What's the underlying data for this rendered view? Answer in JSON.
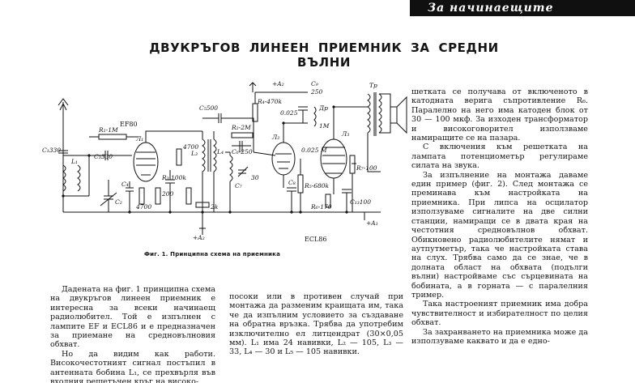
{
  "banner": "За начинаещите",
  "title": "ДВУКРЪГОВ ЛИНЕЕН ПРИЕМНИК ЗА СРЕДНИ ВЪЛНИ",
  "caption": "Фиг. 1. Принципна схема на приемника",
  "schematic": {
    "tube1": "EF80",
    "tube2": "ECL86",
    "labels": {
      "c1": "C₁330",
      "c3": "C₃330",
      "r1": "R₁-1M",
      "c5": "C₅500",
      "r2": "R₂-2M",
      "c6": "C₆-250",
      "r4": "R₄-470k",
      "c9": "C₉",
      "c10": "0.025",
      "c12": "250",
      "tr": "Tр",
      "r5": "R₅-680k",
      "r6": "R₆-170",
      "r7": "R₇-100",
      "c13": "C₁₃100",
      "l1": "L₁",
      "l3": "L₃",
      "l4": "L₄",
      "r3": "R₃ 100k",
      "v4700a": "4700",
      "v4700b": "4700",
      "v200": "200",
      "v30": "30",
      "ha2": "+A₂",
      "ha1": "+A₁",
      "ha2b": "+A₂",
      "ll1": "Л₁",
      "ll2": "Л₂",
      "ll3": "Л₃",
      "c8": "C₈",
      "c2": "C₂",
      "c4": "C₄",
      "c7": "C₇",
      "r2k": "2k",
      "r25": "0.025 M",
      "dr": "Др",
      "m1": "1M"
    }
  },
  "col1": [
    "Дадената на фиг. 1 принципна схема на двукръгов линеен приемник е интересна за всеки начинаещ радиолюбител. Той е изпълнен с лампите EF и ECL86 и е предназначен за приемане на средновълновия обхват.",
    "Но да видим как работи. Високочестотният сигнал постъпил в антенната бобина L₁, се прехвърля във входния решетъчен кръг на високо-"
  ],
  "col2": [
    "посоки или в противен случай при монтажа да разменим краищата им, така че да изпълним условието за създаване на обратна връзка. Трябва да употребим изключително ел литцендрат (30×0,05 мм). L₁ има 24 навивки, L₂ — 105, L₃ — 33, L₄ — 30 и L₅ — 105 навивки."
  ],
  "col3": [
    "шетката се получава от включеното в катодната верига съпротивление R₆. Паралелно на него има катоден блок от 30 — 100 мкф. За изходен трансформатор и високоговорител използваме намиращите се на пазара.",
    "С включения към решетката на лампата потенциометър регулираме силата на звука.",
    "За изпълнение на монтажа даваме един пример (фиг. 2). След монтажа се преминава към настройката на приемника. При липса на осцилатор използуваме сигналите на две силни станции, намиращи се в двата края на честотния средновълнов обхват. Обикновено радиолюбителите нямат и аутпутметър, така че настройката става на слух. Трябва само да се знае, че в долната област на обхвата (подълги вълни) настройваме със сърцевината на бобината, а в горната — с паралелния тример.",
    "Така настроеният приемник има добра чувствителност и избирателност по целия обхват.",
    "За захранването на приемника може да използуваме каквато и да е едно-"
  ]
}
